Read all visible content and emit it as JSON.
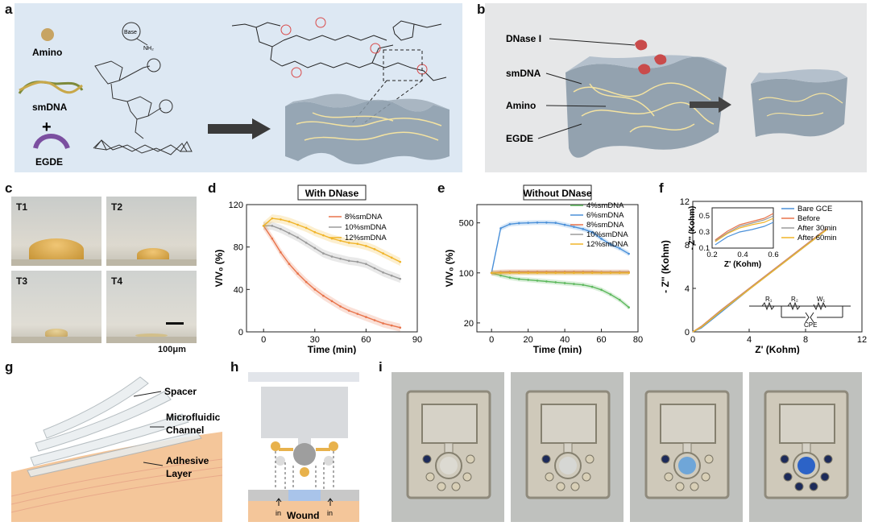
{
  "panel_letters": [
    "a",
    "b",
    "c",
    "d",
    "e",
    "f",
    "g",
    "h",
    "i"
  ],
  "panel_a": {
    "legend": [
      "Amino",
      "smDNA",
      "+",
      "EGDE"
    ],
    "base_label": "Base",
    "nh2": "NH₂"
  },
  "panel_b": {
    "labels": [
      "DNase I",
      "smDNA",
      "Amino",
      "EGDE"
    ]
  },
  "panel_c": {
    "tiles": [
      "T1",
      "T2",
      "T3",
      "T4"
    ],
    "scale_bar": "100μm"
  },
  "chart_data": [
    {
      "id": "d",
      "type": "line",
      "title": "With DNase",
      "xlabel": "Time (min)",
      "ylabel": "V/V₀ (%)",
      "xlim": [
        -10,
        90
      ],
      "ylim": [
        0,
        120
      ],
      "xticks": [
        0,
        30,
        60,
        90
      ],
      "yticks": [
        0,
        40,
        80,
        120
      ],
      "legend_position": "top-right",
      "series": [
        {
          "name": "8%smDNA",
          "color": "#e8734a",
          "x": [
            0,
            5,
            10,
            15,
            20,
            25,
            30,
            35,
            40,
            45,
            50,
            55,
            60,
            65,
            70,
            75,
            80
          ],
          "y": [
            100,
            88,
            75,
            64,
            55,
            47,
            40,
            34,
            29,
            24,
            20,
            17,
            14,
            11,
            8,
            6,
            4
          ]
        },
        {
          "name": "10%smDNA",
          "color": "#9a9a9a",
          "x": [
            0,
            5,
            10,
            15,
            20,
            25,
            30,
            35,
            40,
            45,
            50,
            55,
            60,
            65,
            70,
            75,
            80
          ],
          "y": [
            100,
            100,
            97,
            93,
            89,
            84,
            79,
            74,
            71,
            69,
            67,
            66,
            64,
            60,
            56,
            53,
            50
          ]
        },
        {
          "name": "12%smDNA",
          "color": "#f0b429",
          "x": [
            0,
            5,
            10,
            15,
            20,
            25,
            30,
            35,
            40,
            45,
            50,
            55,
            60,
            65,
            70,
            75,
            80
          ],
          "y": [
            100,
            107,
            106,
            104,
            101,
            98,
            94,
            91,
            88,
            86,
            84,
            83,
            81,
            78,
            74,
            70,
            66
          ]
        }
      ]
    },
    {
      "id": "e",
      "type": "line",
      "title": "Without DNase",
      "xlabel": "Time (min)",
      "ylabel": "V/V₀ (%)",
      "yscale": "log",
      "xlim": [
        -8,
        80
      ],
      "ylim": [
        15,
        900
      ],
      "xticks": [
        0,
        20,
        40,
        60,
        80
      ],
      "yticks": [
        20,
        100,
        500
      ],
      "legend_position": "top-right",
      "series": [
        {
          "name": "4%smDNA",
          "color": "#5cb85c",
          "x": [
            0,
            5,
            10,
            15,
            20,
            25,
            30,
            35,
            40,
            45,
            50,
            55,
            60,
            65,
            70,
            75
          ],
          "y": [
            100,
            92,
            86,
            82,
            80,
            78,
            76,
            74,
            72,
            70,
            68,
            64,
            58,
            50,
            42,
            33
          ]
        },
        {
          "name": "6%smDNA",
          "color": "#4a90d9",
          "x": [
            0,
            5,
            10,
            15,
            20,
            25,
            30,
            35,
            40,
            45,
            50,
            55,
            60,
            65,
            70,
            75
          ],
          "y": [
            100,
            420,
            480,
            495,
            500,
            505,
            505,
            500,
            470,
            440,
            410,
            370,
            300,
            250,
            220,
            185
          ]
        },
        {
          "name": "8%smDNA",
          "color": "#e8734a",
          "x": [
            0,
            5,
            10,
            15,
            20,
            25,
            30,
            35,
            40,
            45,
            50,
            55,
            60,
            65,
            70,
            75
          ],
          "y": [
            100,
            103,
            104,
            104,
            104,
            104,
            104,
            104,
            104,
            104,
            104,
            104,
            103,
            103,
            103,
            103
          ]
        },
        {
          "name": "10%smDNA",
          "color": "#9a9a9a",
          "x": [
            0,
            5,
            10,
            15,
            20,
            25,
            30,
            35,
            40,
            45,
            50,
            55,
            60,
            65,
            70,
            75
          ],
          "y": [
            100,
            101,
            101,
            101,
            101,
            101,
            101,
            101,
            101,
            101,
            101,
            101,
            101,
            101,
            101,
            101
          ]
        },
        {
          "name": "12%smDNA",
          "color": "#f0b429",
          "x": [
            0,
            5,
            10,
            15,
            20,
            25,
            30,
            35,
            40,
            45,
            50,
            55,
            60,
            65,
            70,
            75
          ],
          "y": [
            100,
            100,
            100,
            100,
            100,
            100,
            100,
            100,
            100,
            100,
            100,
            100,
            100,
            100,
            100,
            100
          ]
        }
      ]
    },
    {
      "id": "f",
      "type": "line",
      "xlabel": "Z' (Kohm)",
      "ylabel": "- Z'' (Kohm)",
      "xlim": [
        0,
        12
      ],
      "ylim": [
        0,
        12
      ],
      "xticks": [
        0,
        4,
        8,
        12
      ],
      "yticks": [
        0,
        4,
        8,
        12
      ],
      "legend_position": "top-right",
      "series": [
        {
          "name": "Bare GCE",
          "color": "#4a90d9",
          "x": [
            0,
            0.6,
            2,
            4,
            6,
            8,
            9.5
          ],
          "y": [
            0,
            0.35,
            1.8,
            3.9,
            5.9,
            7.9,
            9.4
          ]
        },
        {
          "name": "Before",
          "color": "#e8734a",
          "x": [
            0,
            0.6,
            2,
            4,
            6,
            8,
            9.5
          ],
          "y": [
            0,
            0.5,
            2.0,
            4.0,
            6.0,
            8.0,
            9.5
          ]
        },
        {
          "name": "After 30min",
          "color": "#9a9a9a",
          "x": [
            0,
            0.6,
            2,
            4,
            6,
            8,
            9.5
          ],
          "y": [
            0,
            0.45,
            1.95,
            3.95,
            5.95,
            7.95,
            9.45
          ]
        },
        {
          "name": "After 60min",
          "color": "#f0b429",
          "x": [
            0,
            0.6,
            2,
            4,
            6,
            8,
            9.5
          ],
          "y": [
            0,
            0.42,
            1.9,
            3.9,
            5.9,
            7.9,
            9.4
          ]
        }
      ],
      "inset": {
        "xlabel": "Z' (Kohm)",
        "ylabel": "- Z'' (Kohm)",
        "xlim": [
          0.2,
          0.6
        ],
        "ylim": [
          0.1,
          0.6
        ],
        "xticks": [
          0.2,
          0.4,
          0.6
        ],
        "yticks": [
          0.1,
          0.3,
          0.5
        ],
        "series": [
          {
            "name": "Bare GCE",
            "color": "#4a90d9",
            "x": [
              0.22,
              0.3,
              0.38,
              0.46,
              0.54,
              0.6
            ],
            "y": [
              0.14,
              0.24,
              0.3,
              0.33,
              0.37,
              0.42
            ]
          },
          {
            "name": "Before",
            "color": "#e8734a",
            "x": [
              0.22,
              0.3,
              0.38,
              0.46,
              0.54,
              0.6
            ],
            "y": [
              0.2,
              0.31,
              0.39,
              0.43,
              0.47,
              0.53
            ]
          },
          {
            "name": "After 30min",
            "color": "#9a9a9a",
            "x": [
              0.22,
              0.3,
              0.38,
              0.46,
              0.54,
              0.6
            ],
            "y": [
              0.19,
              0.29,
              0.37,
              0.41,
              0.45,
              0.5
            ]
          },
          {
            "name": "After 60min",
            "color": "#f0b429",
            "x": [
              0.22,
              0.3,
              0.38,
              0.46,
              0.54,
              0.6
            ],
            "y": [
              0.18,
              0.28,
              0.35,
              0.39,
              0.42,
              0.47
            ]
          }
        ]
      },
      "circuit_labels": [
        "R₁",
        "R₂",
        "W₁",
        "CPE"
      ]
    }
  ],
  "panel_g": {
    "labels": [
      "Spacer",
      "Microfluidic Channel",
      "Adhesive Layer"
    ]
  },
  "panel_h": {
    "labels": [
      "Wound",
      "in",
      "in"
    ]
  },
  "colors": {
    "bg_blue": "#dde8f3",
    "gel": "#8a9aa8",
    "orange": "#e8734a",
    "gray": "#9a9a9a",
    "yellow": "#f0b429",
    "green": "#5cb85c",
    "blue": "#4a90d9"
  }
}
